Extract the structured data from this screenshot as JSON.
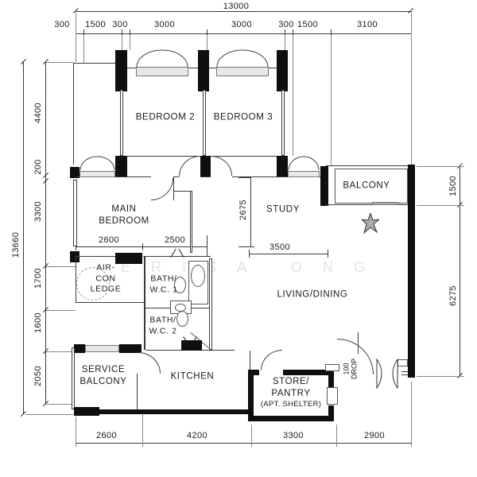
{
  "plan": {
    "watermark": "ERISA ONG",
    "colors": {
      "wall": "#0f0f0f",
      "line": "#3a3a3a",
      "watermark": "#e4e4e4"
    },
    "symbols": {
      "balcony_star": "star"
    },
    "rooms": {
      "bedroom2": "BEDROOM 2",
      "bedroom3": "BEDROOM 3",
      "main_bedroom": "MAIN\nBEDROOM",
      "study": "STUDY",
      "balcony": "BALCONY",
      "living_dining": "LIVING/DINING",
      "aircon_ledge": "AIR-\nCON\nLEDGE",
      "bath1": "BATH/\nW.C. 1",
      "bath2": "BATH/\nW.C. 2",
      "service_balcony": "SERVICE\nBALCONY",
      "kitchen": "KITCHEN",
      "store": "STORE/\nPANTRY",
      "store_sub": "(APT. SHELTER)"
    },
    "dimensions": {
      "top_total": "13000",
      "top_segments": [
        "300",
        "1500",
        "300",
        "3000",
        "3000",
        "300",
        "1500",
        "3100"
      ],
      "left_total": "13660",
      "left_segments": [
        "4400",
        "200",
        "3300",
        "1700",
        "1600",
        "2050"
      ],
      "bottom_segments": [
        "2600",
        "4200",
        "3300",
        "2900"
      ],
      "right_segments": [
        "1500",
        "6275"
      ],
      "interior": {
        "mb_w1": "2600",
        "mb_w2": "2500",
        "study_h": "2675",
        "study_w": "3500",
        "entrance_note": "100\nDROP"
      }
    }
  }
}
